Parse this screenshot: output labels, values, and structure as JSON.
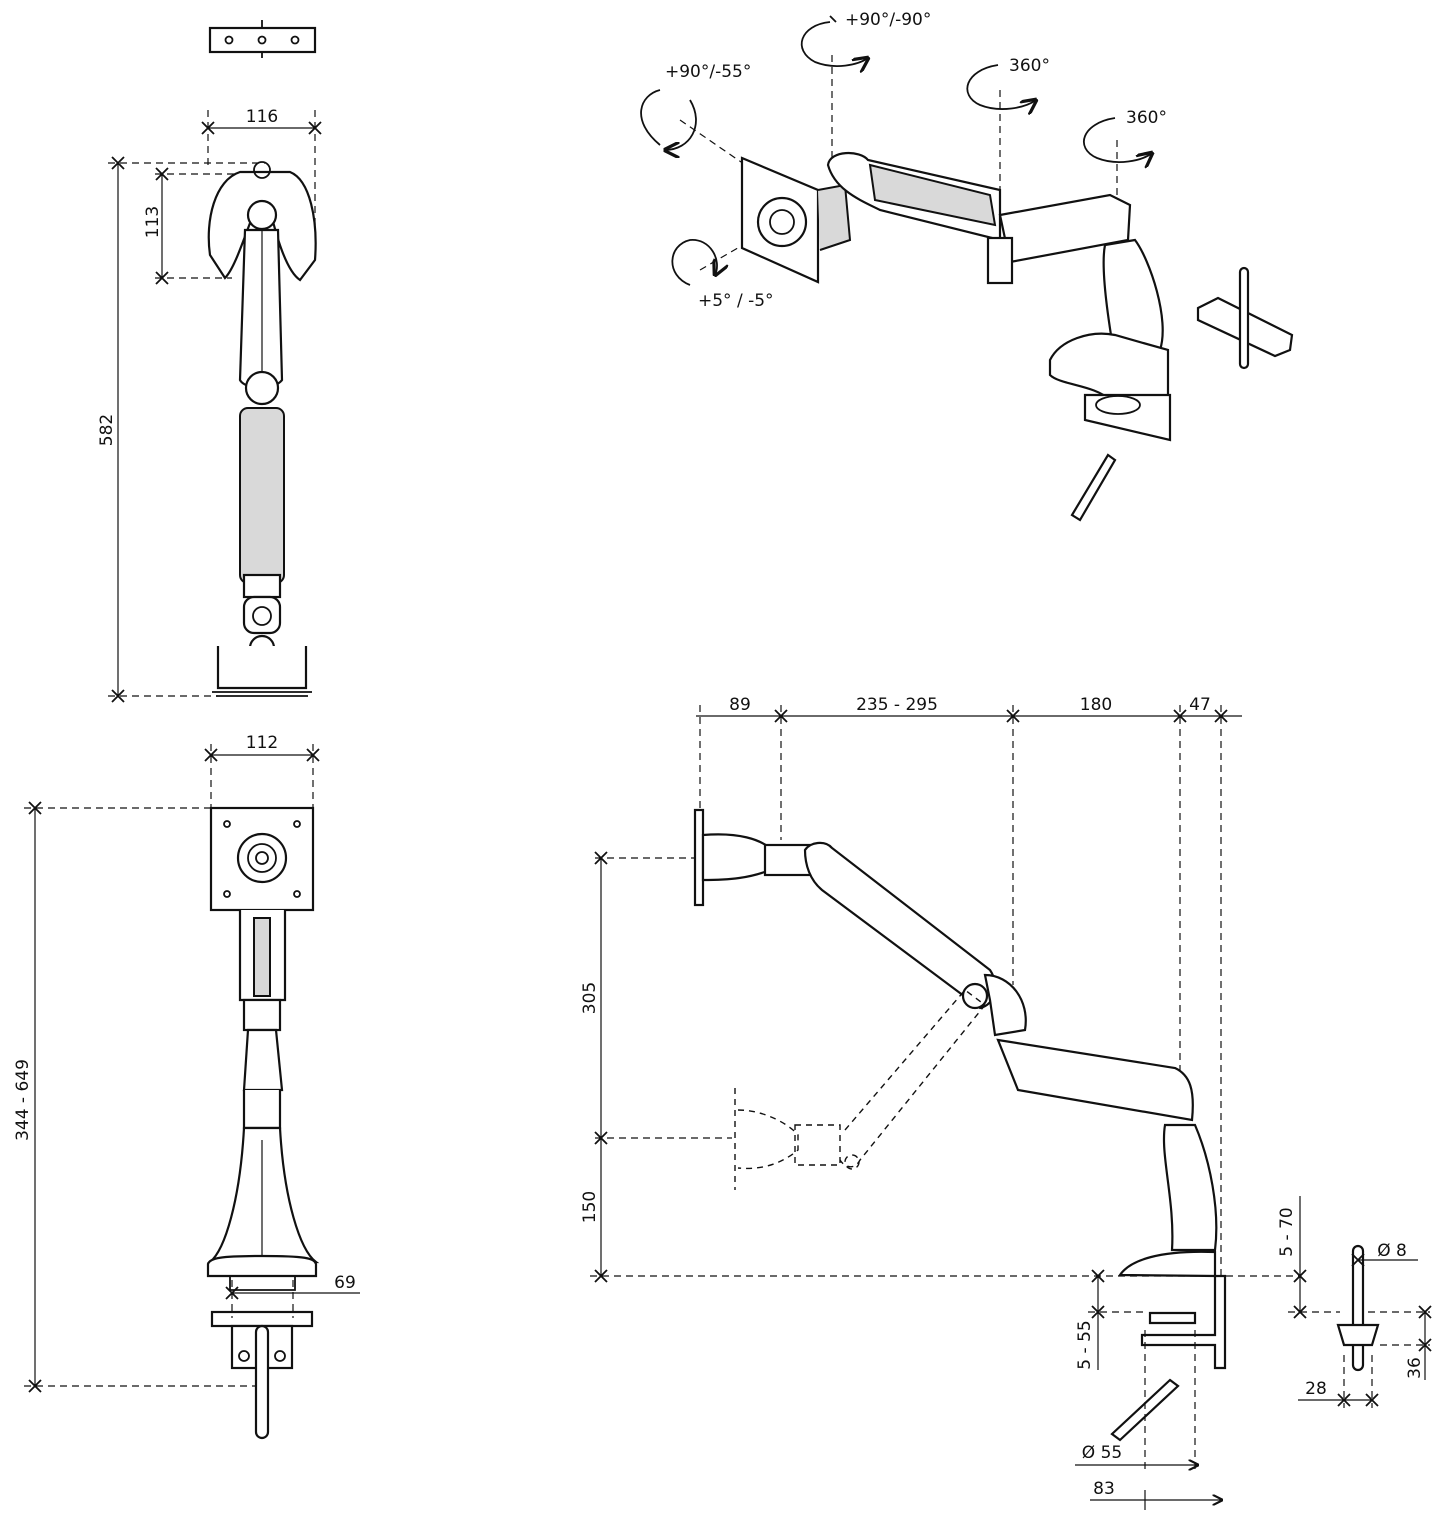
{
  "top_view": {
    "width_label": "116",
    "head_height_label": "113",
    "total_height_label": "582"
  },
  "front_view": {
    "width_label": "112",
    "height_range_label": "344 - 649",
    "clamp_width_label": "69"
  },
  "iso_view": {
    "tilt_label": "+90°/-55°",
    "rotate_label": "+90°/-90°",
    "swivel_mid_label": "360°",
    "swivel_base_label": "360°",
    "level_label": "+5° / -5°"
  },
  "side_view": {
    "reach_vesa_label": "89",
    "reach_arm_label": "235 - 295",
    "reach_lower_label": "180",
    "reach_base_label": "47",
    "lift_label": "305",
    "min_height_label": "150",
    "desk_thickness_label": "5 - 55",
    "grommet_thickness_label": "5 - 70",
    "grommet_diameter_label": "Ø 55",
    "clamp_depth_label": "83",
    "bolt_diameter_label": "Ø 8",
    "bolt_height_label": "36",
    "washer_width_label": "28"
  }
}
